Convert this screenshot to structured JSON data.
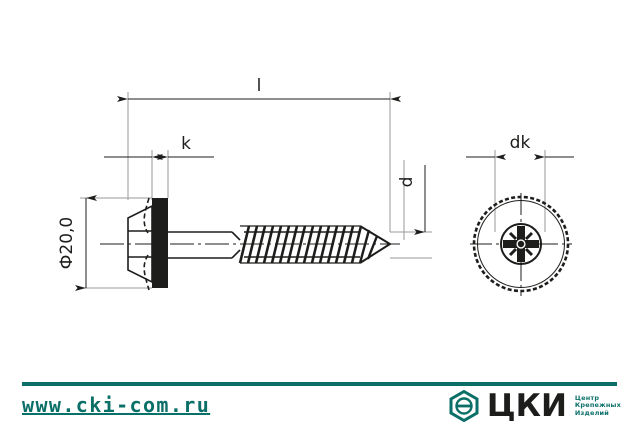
{
  "drawing": {
    "title": "wood-screw-with-sealing-washer-technical-drawing",
    "views": {
      "side": {
        "name": "side-elevation-view"
      },
      "head": {
        "name": "head-end-view"
      }
    },
    "dimensions": {
      "length": {
        "label": "l",
        "name": "overall-length"
      },
      "head_height": {
        "label": "k",
        "name": "head-height"
      },
      "shank_diameter": {
        "label": "d",
        "name": "shank-diameter"
      },
      "washer_diameter": {
        "label": "Ф20,0",
        "name": "washer-diameter"
      },
      "head_diameter": {
        "label": "dk",
        "name": "head-diameter"
      }
    },
    "colors": {
      "line": "#1d1d1b",
      "thin_line": "#8c8c8c",
      "fill": "#1d1d1b"
    }
  },
  "footer": {
    "url": "www.cki-com.ru",
    "rule_color": "#0a6f67",
    "brand": {
      "name": "ЦКИ",
      "tagline": [
        "Центр",
        "Крепежных",
        "Изделий"
      ],
      "mark": "hexagon-logo-icon",
      "color": "#0a6f67"
    }
  }
}
